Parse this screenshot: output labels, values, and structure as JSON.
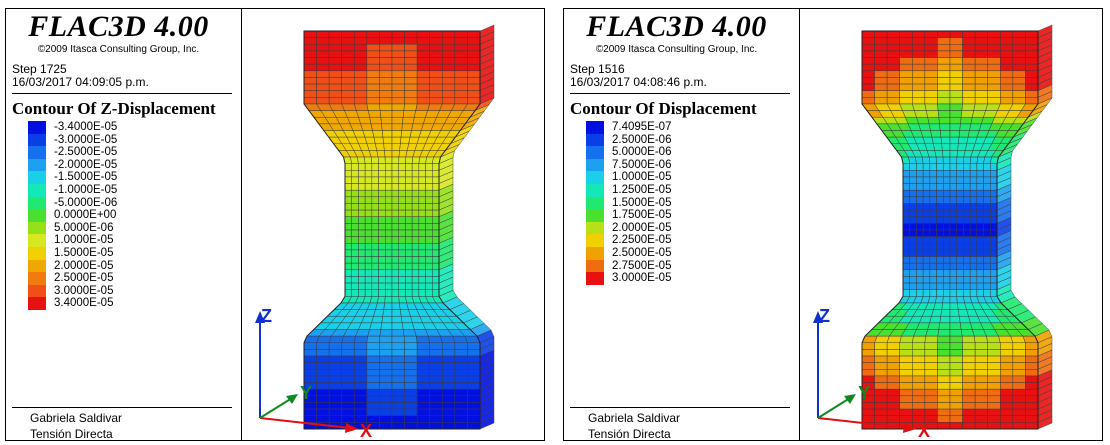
{
  "panels": [
    {
      "app_title": "FLAC3D 4.00",
      "copyright": "©2009 Itasca Consulting Group, Inc.",
      "step": "Step 1725",
      "datetime": "16/03/2017 04:09:05 p.m.",
      "contour_title": "Contour Of Z-Displacement",
      "legend": [
        {
          "label": "-3.4000E-05",
          "color": "#0010e0"
        },
        {
          "label": "-3.0000E-05",
          "color": "#0a3fe8"
        },
        {
          "label": "-2.5000E-05",
          "color": "#1570ee"
        },
        {
          "label": "-2.0000E-05",
          "color": "#1ea0f0"
        },
        {
          "label": "-1.5000E-05",
          "color": "#19d0e8"
        },
        {
          "label": "-1.0000E-05",
          "color": "#14e8b8"
        },
        {
          "label": "-5.0000E-06",
          "color": "#20e870"
        },
        {
          "label": "0.0000E+00",
          "color": "#4ae030"
        },
        {
          "label": "5.0000E-06",
          "color": "#96e018"
        },
        {
          "label": "1.0000E-05",
          "color": "#d8e820"
        },
        {
          "label": "1.5000E-05",
          "color": "#f0d000"
        },
        {
          "label": "2.0000E-05",
          "color": "#f0a800"
        },
        {
          "label": "2.5000E-05",
          "color": "#f07c10"
        },
        {
          "label": "3.0000E-05",
          "color": "#f05018"
        },
        {
          "label": "3.4000E-05",
          "color": "#e81010"
        }
      ],
      "author": "Gabriela Saldivar",
      "test_name": "Tensión Directa",
      "axes": {
        "x": "X",
        "y": "Y",
        "z": "Z"
      }
    },
    {
      "app_title": "FLAC3D 4.00",
      "copyright": "©2009 Itasca Consulting Group, Inc.",
      "step": "Step 1516",
      "datetime": "16/03/2017 04:08:46 p.m.",
      "contour_title": "Contour Of Displacement",
      "legend": [
        {
          "label": "7.4095E-07",
          "color": "#0010e0"
        },
        {
          "label": "2.5000E-06",
          "color": "#0a3fe8"
        },
        {
          "label": "5.0000E-06",
          "color": "#1570ee"
        },
        {
          "label": "7.5000E-06",
          "color": "#1ea0f0"
        },
        {
          "label": "1.0000E-05",
          "color": "#19d0e8"
        },
        {
          "label": "1.2500E-05",
          "color": "#14e8b8"
        },
        {
          "label": "1.5000E-05",
          "color": "#20e870"
        },
        {
          "label": "1.7500E-05",
          "color": "#4ae030"
        },
        {
          "label": "2.0000E-05",
          "color": "#b8e018"
        },
        {
          "label": "2.2500E-05",
          "color": "#f0d000"
        },
        {
          "label": "2.5000E-05",
          "color": "#f0a000"
        },
        {
          "label": "2.7500E-05",
          "color": "#f06c10"
        },
        {
          "label": "3.0000E-05",
          "color": "#e81010"
        }
      ],
      "author": "Gabriela Saldivar",
      "test_name": "Tensión Directa",
      "axes": {
        "x": "X",
        "y": "Y",
        "z": "Z"
      }
    }
  ],
  "colors": {
    "axis_x": "#e01010",
    "axis_y": "#108a20",
    "axis_z": "#1030d0",
    "mesh_line": "#3a3a3a"
  }
}
